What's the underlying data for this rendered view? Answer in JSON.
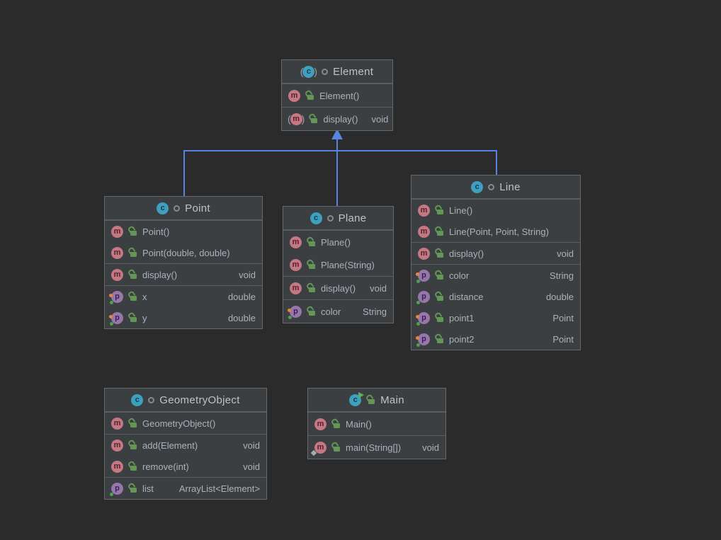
{
  "diagram": {
    "kind": "uml-class-diagram",
    "background": "#2b2b2b",
    "node_fill": "#3c3f41",
    "node_border": "#666a6c",
    "connector_color": "#5585e0",
    "method_icon_color": "#c57884",
    "field_icon_color": "#9876aa",
    "class_icon_color": "#3f9fbe",
    "lock_icon_color": "#629755",
    "title_text_color": "#bec3c6",
    "member_text_color": "#a9b2ba"
  },
  "icons": {
    "class_letter": "c",
    "method_letter": "m",
    "field_letter": "p",
    "paren_open": "(",
    "paren_close": ")"
  },
  "relationships": [
    {
      "from": "Point",
      "to": "Element",
      "type": "inheritance"
    },
    {
      "from": "Plane",
      "to": "Element",
      "type": "inheritance"
    },
    {
      "from": "Line",
      "to": "Element",
      "type": "inheritance"
    }
  ],
  "classes": [
    {
      "title": "Element",
      "abstract": true,
      "sections": [
        {
          "rows": [
            {
              "label": "Element()",
              "type": ""
            }
          ]
        },
        {
          "rows": [
            {
              "label": "display()",
              "type": "void"
            }
          ]
        }
      ]
    },
    {
      "title": "Point",
      "sections": [
        {
          "rows": [
            {
              "label": "Point()",
              "type": ""
            },
            {
              "label": "Point(double, double)",
              "type": ""
            }
          ]
        },
        {
          "rows": [
            {
              "label": "display()",
              "type": "void"
            }
          ]
        },
        {
          "rows": [
            {
              "label": "x",
              "type": "double"
            },
            {
              "label": "y",
              "type": "double"
            }
          ]
        }
      ]
    },
    {
      "title": "Plane",
      "sections": [
        {
          "rows": [
            {
              "label": "Plane()",
              "type": ""
            },
            {
              "label": "Plane(String)",
              "type": ""
            }
          ]
        },
        {
          "rows": [
            {
              "label": "display()",
              "type": "void"
            }
          ]
        },
        {
          "rows": [
            {
              "label": "color",
              "type": "String"
            }
          ]
        }
      ]
    },
    {
      "title": "Line",
      "sections": [
        {
          "rows": [
            {
              "label": "Line()",
              "type": ""
            },
            {
              "label": "Line(Point, Point, String)",
              "type": ""
            }
          ]
        },
        {
          "rows": [
            {
              "label": "display()",
              "type": "void"
            }
          ]
        },
        {
          "rows": [
            {
              "label": "color",
              "type": "String"
            },
            {
              "label": "distance",
              "type": "double"
            },
            {
              "label": "point1",
              "type": "Point"
            },
            {
              "label": "point2",
              "type": "Point"
            }
          ]
        }
      ]
    },
    {
      "title": "GeometryObject",
      "sections": [
        {
          "rows": [
            {
              "label": "GeometryObject()",
              "type": ""
            }
          ]
        },
        {
          "rows": [
            {
              "label": "add(Element)",
              "type": "void"
            },
            {
              "label": "remove(int)",
              "type": "void"
            }
          ]
        },
        {
          "rows": [
            {
              "label": "list",
              "type": "ArrayList<Element>"
            }
          ]
        }
      ]
    },
    {
      "title": "Main",
      "runnable": true,
      "sections": [
        {
          "rows": [
            {
              "label": "Main()",
              "type": ""
            }
          ]
        },
        {
          "rows": [
            {
              "label": "main(String[])",
              "type": "void"
            }
          ]
        }
      ]
    }
  ]
}
